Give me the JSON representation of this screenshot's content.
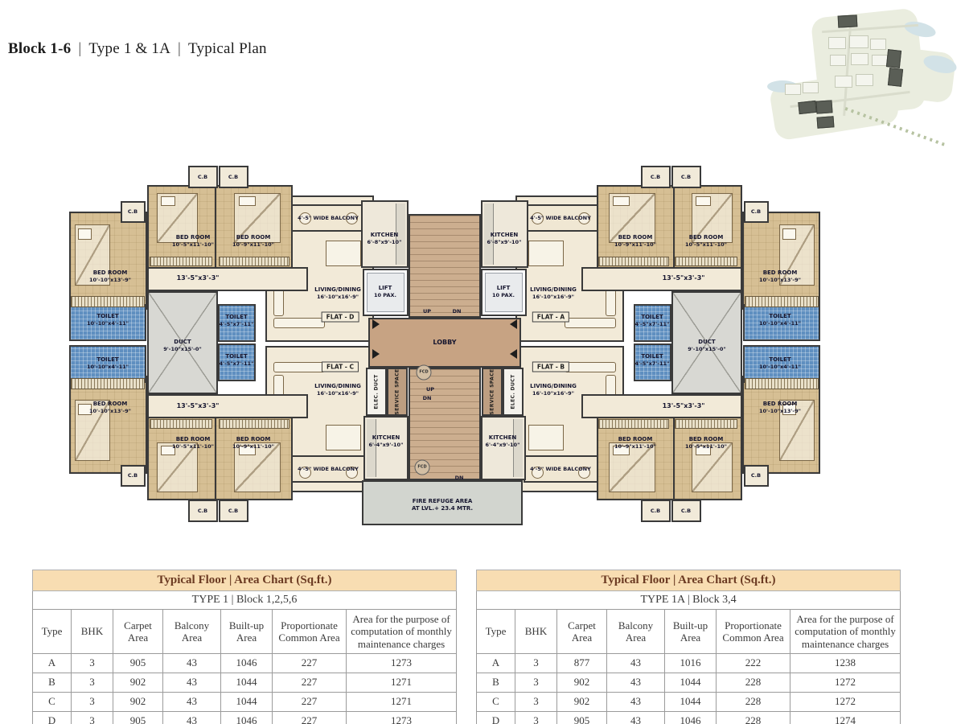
{
  "header": {
    "parts": [
      "Block 1-6",
      "Type 1 & 1A",
      "Typical Plan"
    ],
    "separator": "|"
  },
  "plan": {
    "corridor_dim": "13'-5\"x3'-3\"",
    "cb": "C.B",
    "lobby": "LOBBY",
    "balcony": "4'-5\" WIDE BALCONY",
    "elec_duct": "ELEC. DUCT",
    "service_space": "SERVICE SPACE",
    "fire_refuge_line1": "FIRE REFUGE AREA",
    "fire_refuge_line2": "AT LVL.+ 23.4 MTR.",
    "rooms": {
      "bed_small": {
        "name": "BED ROOM",
        "dims": "10'-5\"x11'-10\""
      },
      "bed_mid": {
        "name": "BED ROOM",
        "dims": "10'-9\"x11'-10\""
      },
      "bed_large": {
        "name": "BED ROOM",
        "dims": "10'-10\"x13'-9\""
      },
      "toilet_long": {
        "name": "TOILET",
        "dims": "10'-10\"x4'-11\""
      },
      "toilet_small": {
        "name": "TOILET",
        "dims": "4'-5\"x7'-11\""
      },
      "duct": {
        "name": "DUCT",
        "dims": "9'-10\"x15'-0\""
      },
      "living": {
        "name": "LIVING/DINING",
        "dims": "16'-10\"x16'-9\""
      },
      "kitchen_upper": {
        "name": "KITCHEN",
        "dims": "6'-8\"x9'-10\""
      },
      "kitchen_lower": {
        "name": "KITCHEN",
        "dims": "6'-4\"x9'-10\""
      },
      "lift": {
        "name": "LIFT",
        "dims": "10 PAX."
      }
    },
    "flats": {
      "a": "FLAT - A",
      "b": "FLAT - B",
      "c": "FLAT - C",
      "d": "FLAT - D"
    },
    "nav": {
      "up": "UP",
      "dn": "DN",
      "fcd": "FCD"
    }
  },
  "tables": [
    {
      "title": "Typical Floor | Area Chart (Sq.ft.)",
      "subtitle": "TYPE 1 | Block 1,2,5,6",
      "columns": [
        "Type",
        "BHK",
        "Carpet Area",
        "Balcony Area",
        "Built-up Area",
        "Proportionate Common Area",
        "Area for the purpose of computation of monthly maintenance charges"
      ],
      "rows": [
        [
          "A",
          "3",
          "905",
          "43",
          "1046",
          "227",
          "1273"
        ],
        [
          "B",
          "3",
          "902",
          "43",
          "1044",
          "227",
          "1271"
        ],
        [
          "C",
          "3",
          "902",
          "43",
          "1044",
          "227",
          "1271"
        ],
        [
          "D",
          "3",
          "905",
          "43",
          "1046",
          "227",
          "1273"
        ]
      ]
    },
    {
      "title": "Typical Floor | Area Chart (Sq.ft.)",
      "subtitle": "TYPE 1A | Block 3,4",
      "columns": [
        "Type",
        "BHK",
        "Carpet Area",
        "Balcony Area",
        "Built-up Area",
        "Proportionate Common Area",
        "Area for the purpose of computation of monthly maintenance charges"
      ],
      "rows": [
        [
          "A",
          "3",
          "877",
          "43",
          "1016",
          "222",
          "1238"
        ],
        [
          "B",
          "3",
          "902",
          "43",
          "1044",
          "228",
          "1272"
        ],
        [
          "C",
          "3",
          "902",
          "43",
          "1044",
          "228",
          "1272"
        ],
        [
          "D",
          "3",
          "905",
          "43",
          "1046",
          "228",
          "1274"
        ]
      ]
    }
  ]
}
